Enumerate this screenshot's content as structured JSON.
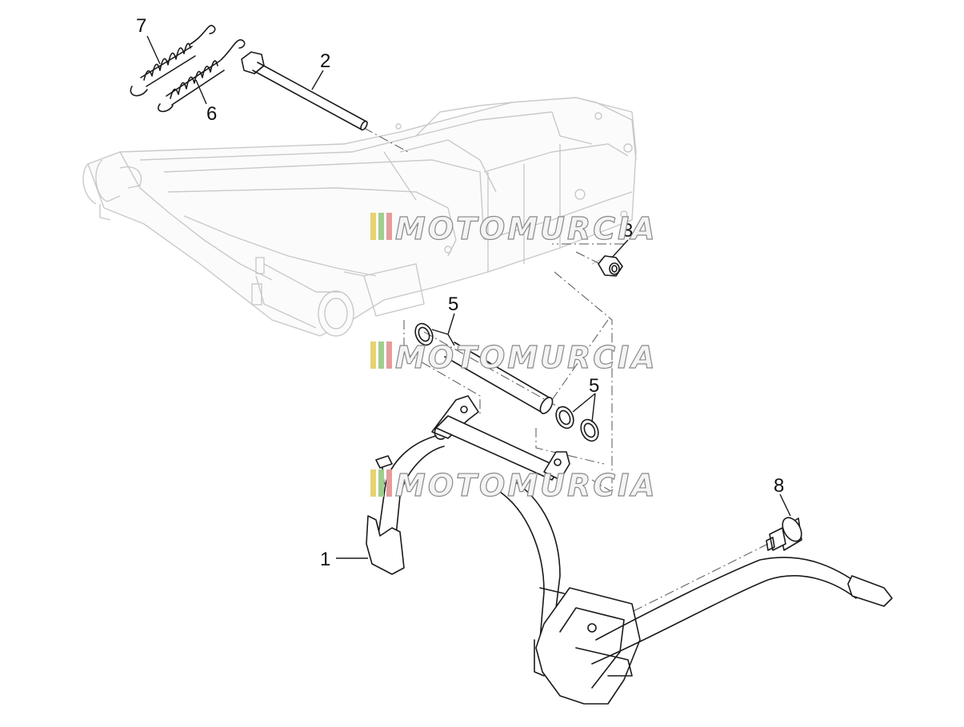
{
  "callouts": {
    "c1": "1",
    "c2": "2",
    "c3": "3",
    "c5a": "5",
    "c5b": "5",
    "c6": "6",
    "c7": "7",
    "c8": "8"
  },
  "watermark": {
    "text": "MOTOMURCIA",
    "stripe_colors": [
      "#e8d36a",
      "#9fcf8f",
      "#e89a9a"
    ]
  }
}
